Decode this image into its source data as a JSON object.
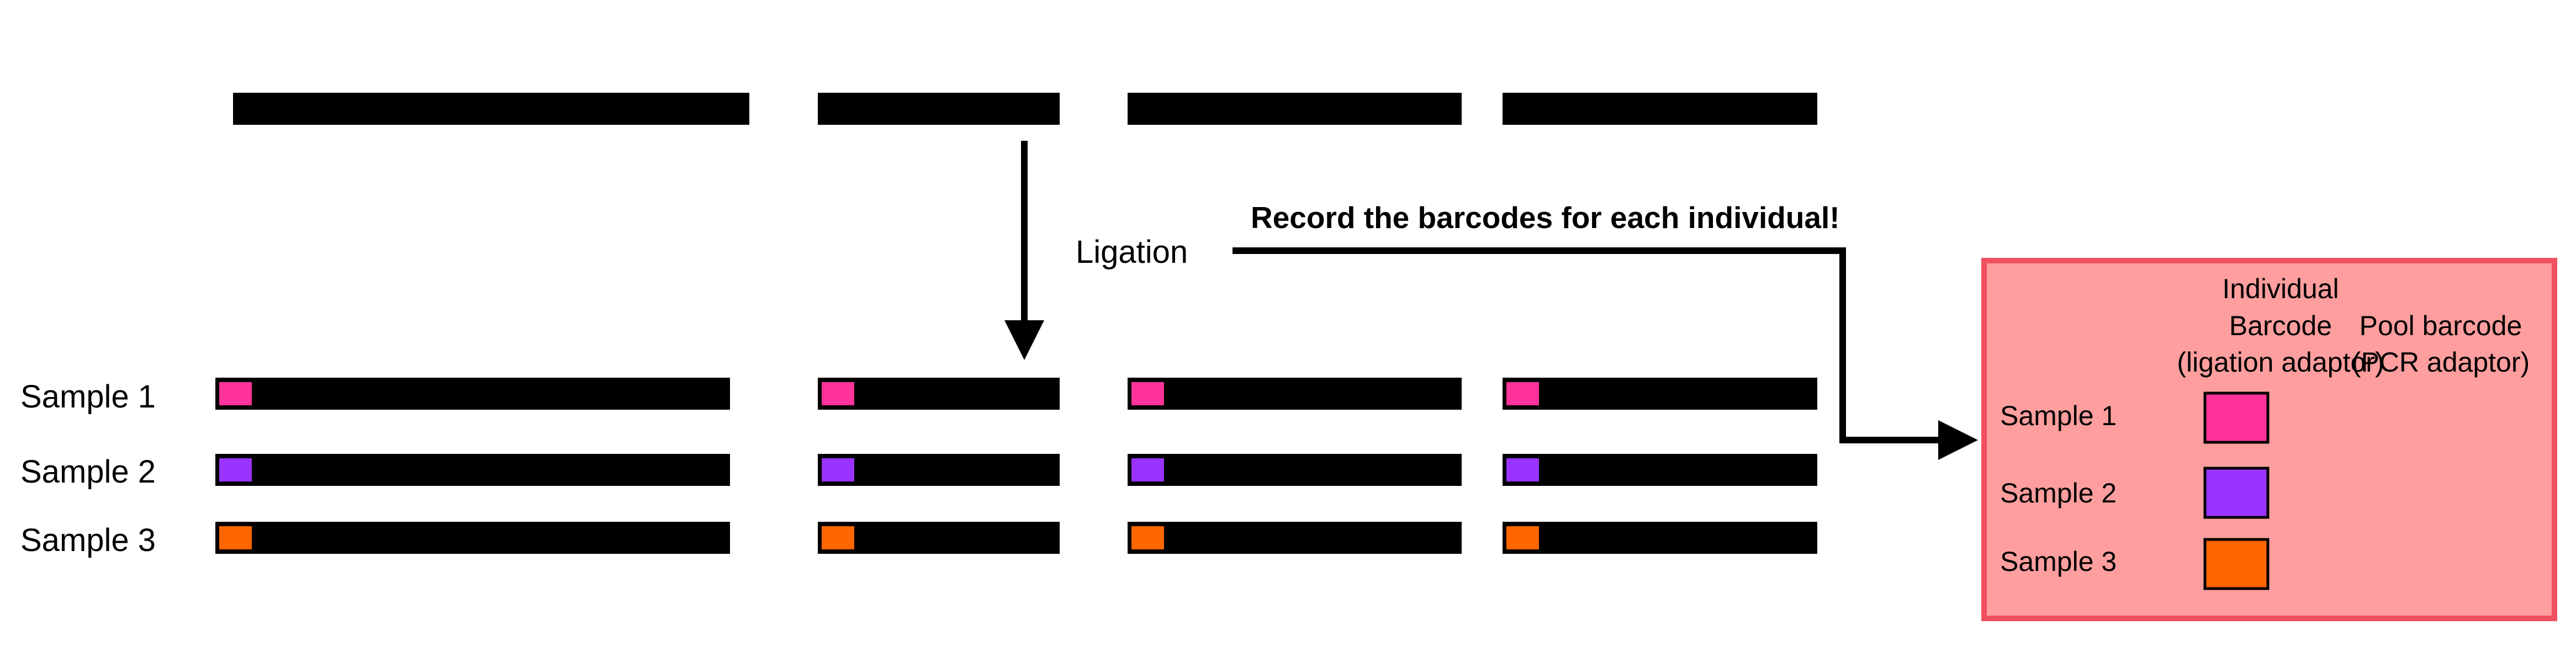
{
  "colors": {
    "fragment": "#000000",
    "barcode_pink": "#ff3399",
    "barcode_purple": "#9933ff",
    "barcode_orange": "#ff6600",
    "panel_fill": "#ff9e9e",
    "panel_border": "#f05060"
  },
  "labels": {
    "ligation": "Ligation",
    "record_note": "Record the barcodes for each individual!"
  },
  "samples": [
    {
      "label": "Sample 1",
      "barcode_color": "#ff3399"
    },
    {
      "label": "Sample 2",
      "barcode_color": "#9933ff"
    },
    {
      "label": "Sample 3",
      "barcode_color": "#ff6600"
    }
  ],
  "record_panel": {
    "column_individual": [
      "Individual",
      "Barcode",
      "(ligation adaptor)"
    ],
    "column_pool": [
      "Pool barcode",
      "(PCR adaptor)"
    ],
    "rows": [
      {
        "label": "Sample 1",
        "barcode_color": "#ff3399"
      },
      {
        "label": "Sample 2",
        "barcode_color": "#9933ff"
      },
      {
        "label": "Sample 3",
        "barcode_color": "#ff6600"
      }
    ]
  }
}
